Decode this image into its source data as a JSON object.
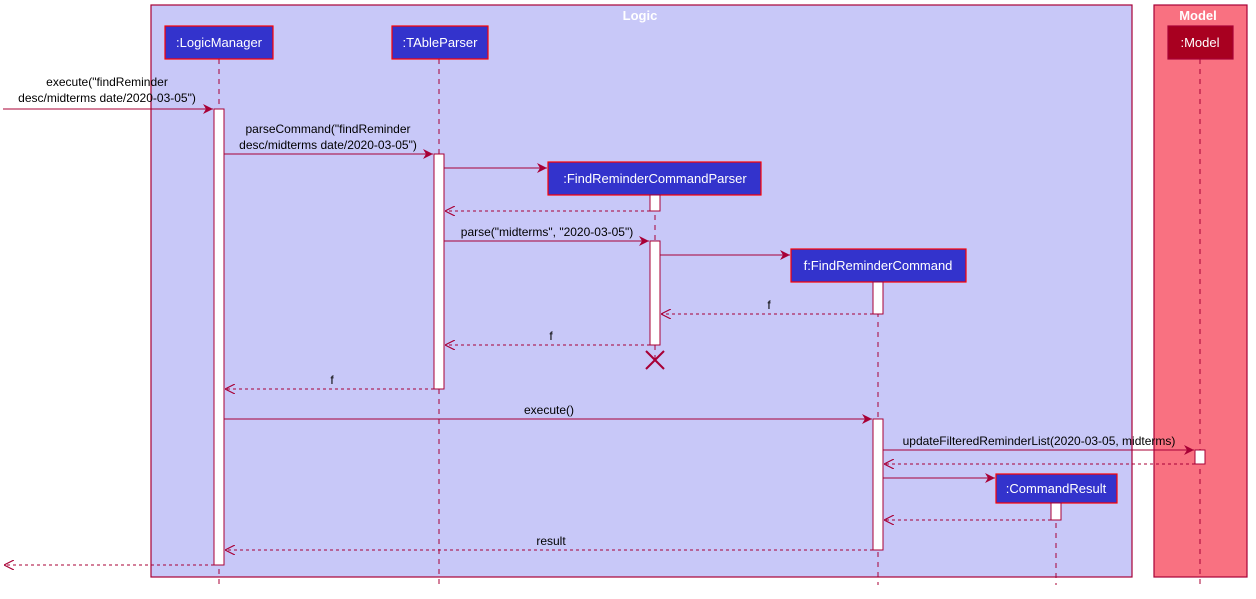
{
  "colors": {
    "logic_bg": "#C8C8F8",
    "logic_border": "#A80036",
    "model_bg": "#F97181",
    "model_border": "#A80036",
    "participant_fill": "#3333CC",
    "participant_border": "#FF0000",
    "model_participant_fill": "#A80020",
    "arrow": "#A80036",
    "activation_fill": "#FFFFFF"
  },
  "groups": {
    "logic": "Logic",
    "model": "Model"
  },
  "participants": {
    "logic_manager": ":LogicManager",
    "table_parser": ":TAbleParser",
    "find_reminder_command_parser": ":FindReminderCommandParser",
    "find_reminder_command": "f:FindReminderCommand",
    "command_result": ":CommandResult",
    "model": ":Model"
  },
  "messages": {
    "execute_call_line1": "execute(\"findReminder",
    "execute_call_line2": "desc/midterms date/2020-03-05\")",
    "parse_command_line1": "parseCommand(\"findReminder",
    "parse_command_line2": "desc/midterms date/2020-03-05\")",
    "parse": "parse(\"midterms\", \"2020-03-05\")",
    "return_f_command": "f",
    "return_f_parser": "f",
    "return_f_table": "f",
    "execute": "execute()",
    "update_filtered": "updateFilteredReminderList(2020-03-05, midterms)",
    "result": "result"
  }
}
